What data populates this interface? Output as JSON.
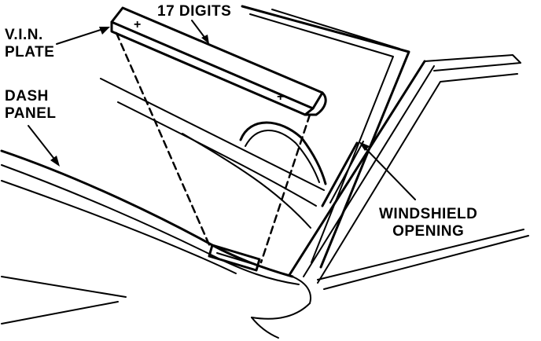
{
  "callouts": {
    "vin_plate": {
      "line1": "V.I.N.",
      "line2": "PLATE"
    },
    "digits": "17 DIGITS",
    "dash_panel": {
      "line1": "DASH",
      "line2": "PANEL"
    },
    "windshield_opening": {
      "line1": "WINDSHIELD",
      "line2": "OPENING"
    }
  },
  "colors": {
    "ink": "#000000",
    "paper": "#ffffff"
  }
}
